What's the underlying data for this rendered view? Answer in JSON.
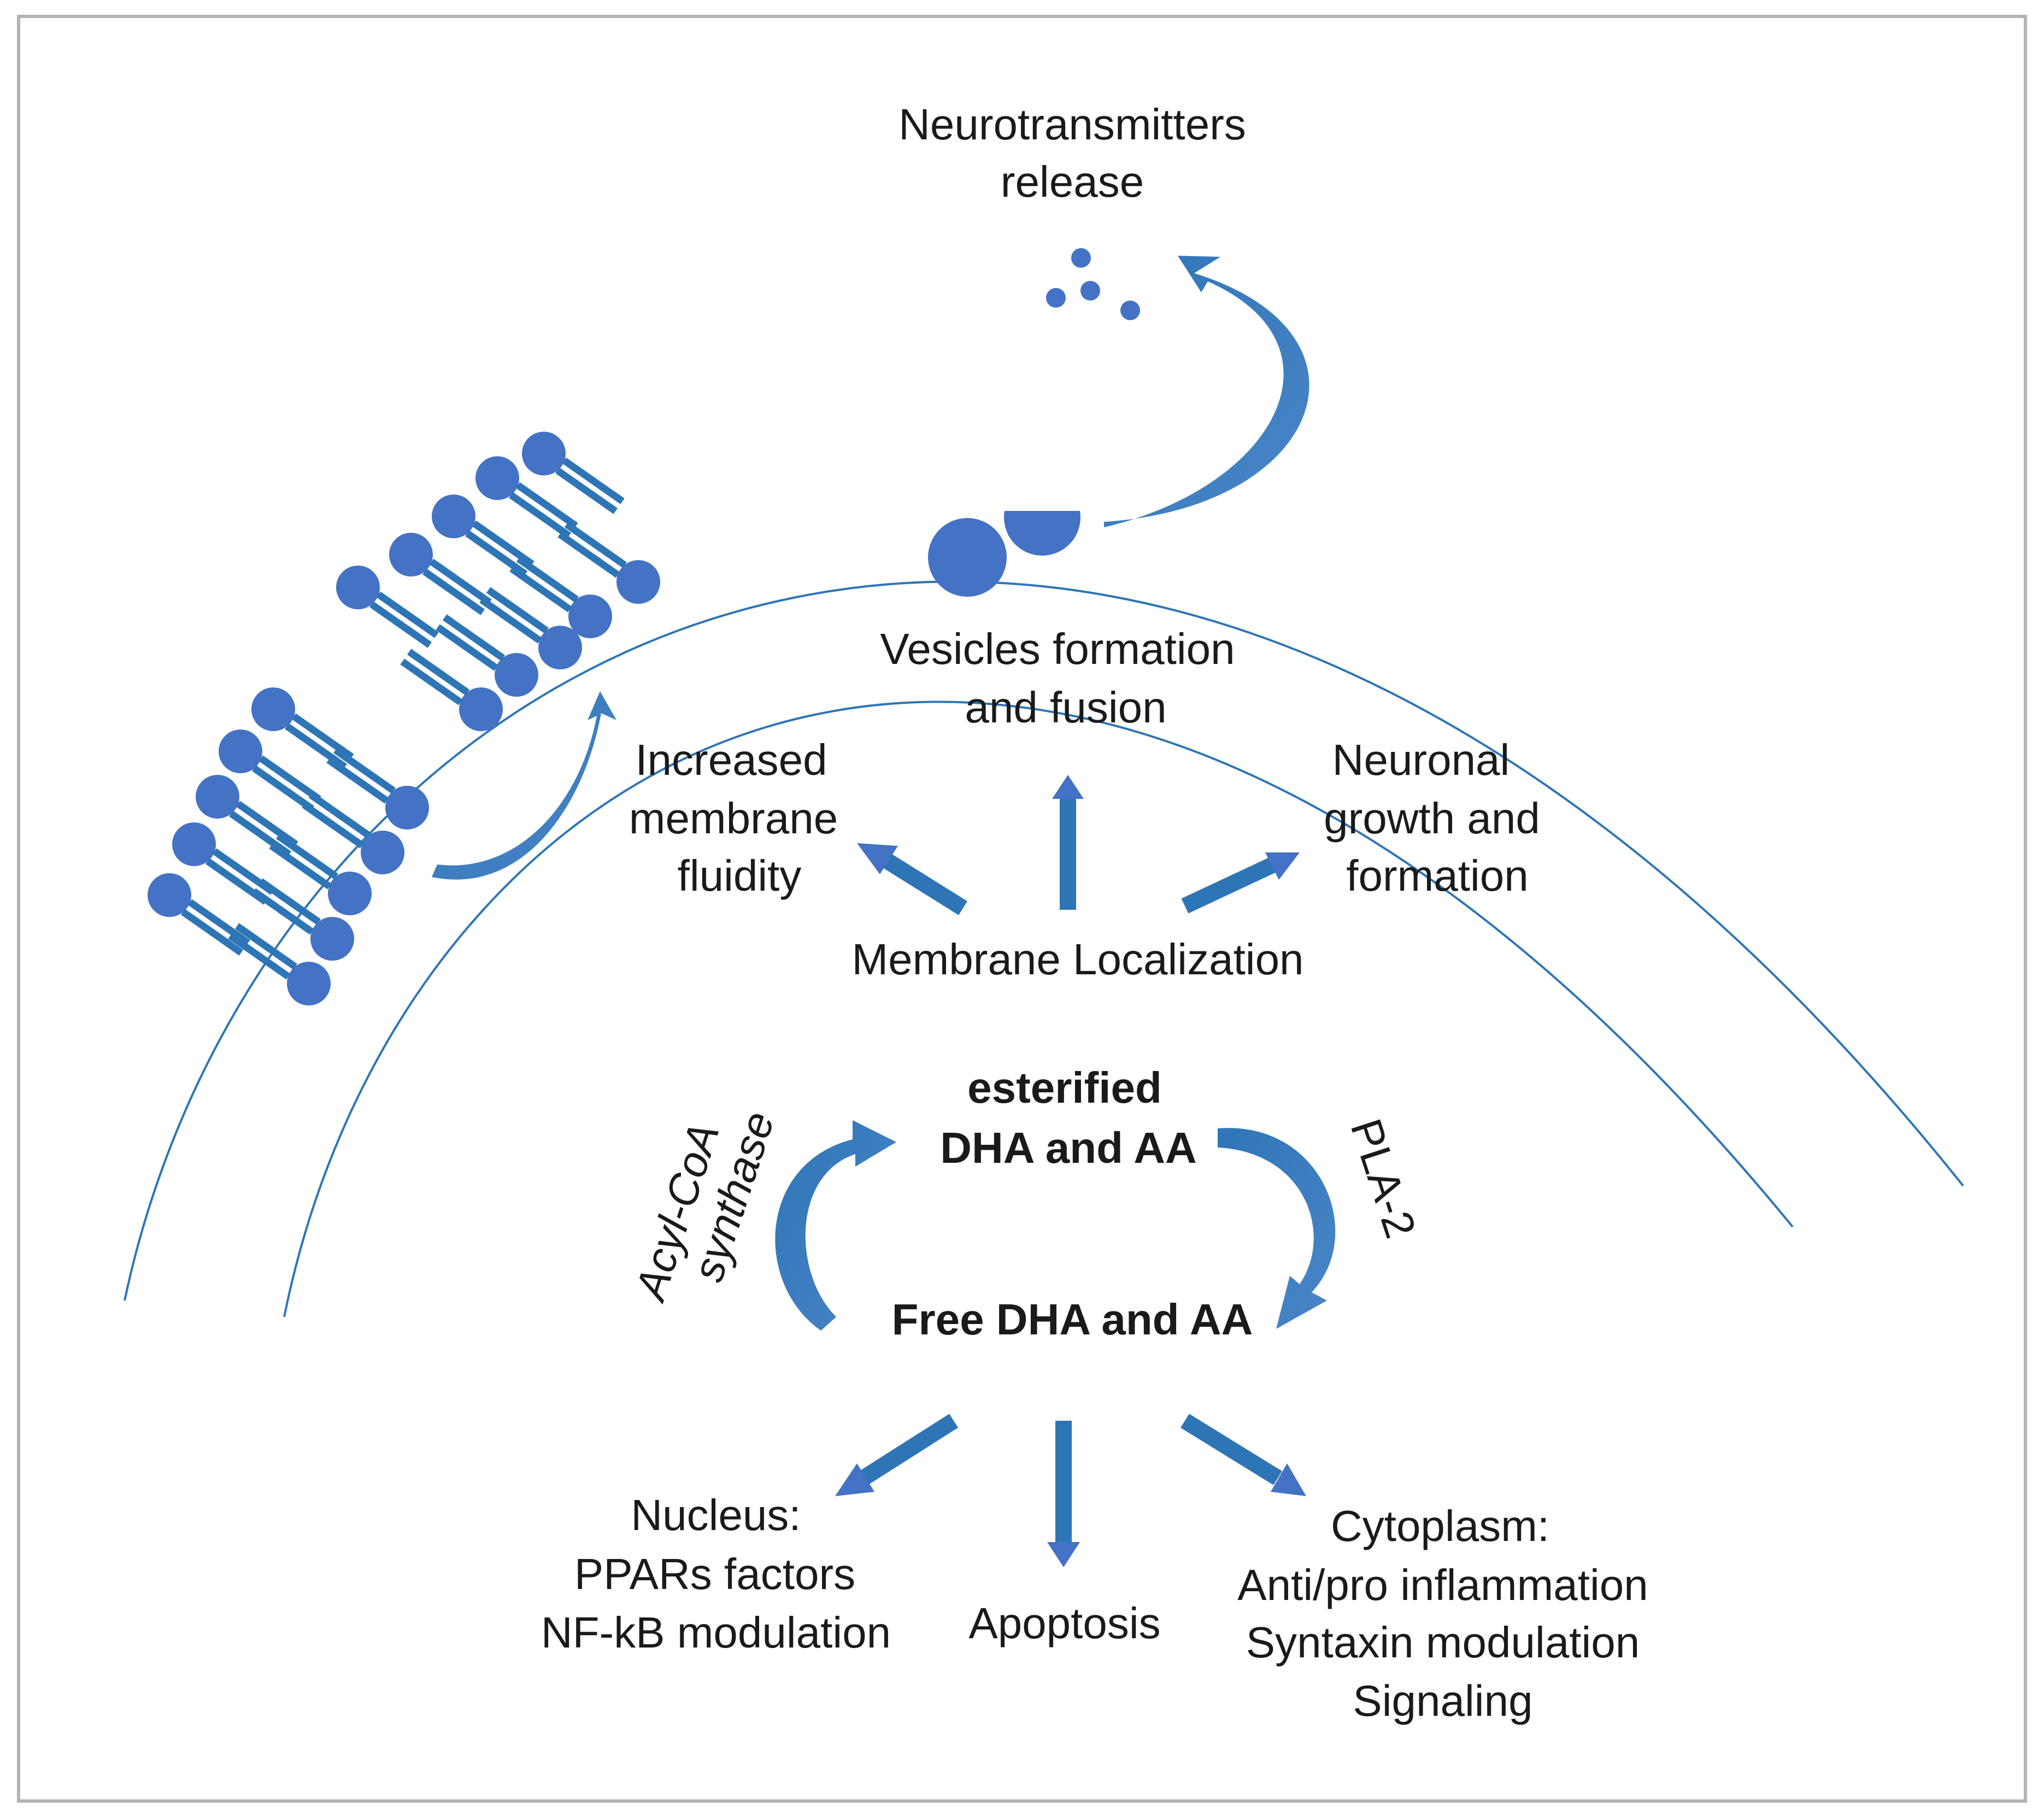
{
  "colors": {
    "accent": "#4472c4",
    "stroke": "#2e75b6",
    "membrane": "#2e75b6",
    "text": "#1a1a1a",
    "frame": "#b3b3b3"
  },
  "labels": {
    "neurotransmitters_line1": "Neurotransmitters",
    "neurotransmitters_line2": "release",
    "vesicles_line1": "Vesicles formation",
    "vesicles_line2": "and fusion",
    "fluidity_line1": "Increased",
    "fluidity_line2": "membrane",
    "fluidity_line3": "fluidity",
    "neuronal_line1": "Neuronal",
    "neuronal_line2": "growth and",
    "neuronal_line3": "formation",
    "membrane_localization": "Membrane Localization",
    "esterified_line1": "esterified",
    "esterified_line2": "DHA and AA",
    "free": "Free DHA and AA",
    "acyl_line1": "Acyl-CoA",
    "acyl_line2": "synthase",
    "pla2": "PLA-2",
    "nucleus_line1": "Nucleus:",
    "nucleus_line2": "PPARs factors",
    "nucleus_line3": "NF-kB modulation",
    "apoptosis": "Apoptosis",
    "cytoplasm_line1": "Cytoplasm:",
    "cytoplasm_line2": "Anti/pro inflammation",
    "cytoplasm_line3": "Syntaxin modulation",
    "cytoplasm_line4": "Signaling"
  }
}
